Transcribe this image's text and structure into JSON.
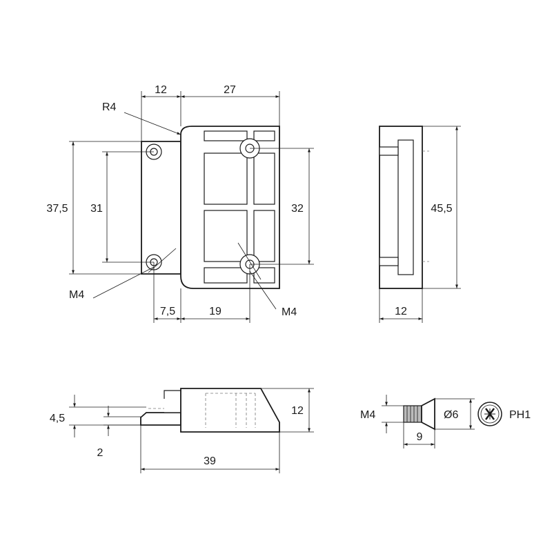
{
  "front_view": {
    "dim_12_top": "12",
    "dim_27_top": "27",
    "radius": "R4",
    "dim_37_5": "37,5",
    "dim_31": "31",
    "dim_32": "32",
    "dim_7_5": "7,5",
    "dim_19": "19",
    "thread_left": "M4",
    "thread_right": "M4"
  },
  "side_view": {
    "dim_45_5": "45,5",
    "dim_12": "12"
  },
  "bottom_view": {
    "dim_4_5": "4,5",
    "dim_2": "2",
    "dim_12": "12",
    "dim_39": "39"
  },
  "screw": {
    "thread": "M4",
    "head_diameter": "Ø6",
    "length": "9",
    "drive": "PH1"
  }
}
